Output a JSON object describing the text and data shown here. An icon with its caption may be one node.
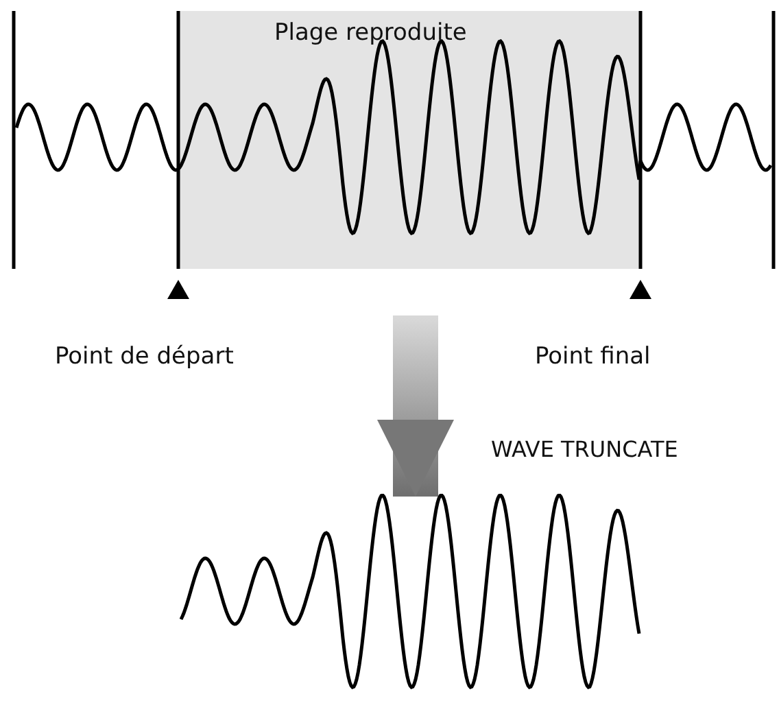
{
  "diagram": {
    "nodes": [
      {
        "text": [],
        "shape": "picture"
      },
      {
        "text": [],
        "shape": "picture"
      }
    ],
    "edges": [
      {
        "from": 0,
        "to": 1,
        "arrow": "to",
        "label": "WAVE TRUNCATE",
        "style": "thick"
      }
    ],
    "labels": [
      "Plage reproduite",
      "Point de départ",
      "Point final"
    ]
  }
}
